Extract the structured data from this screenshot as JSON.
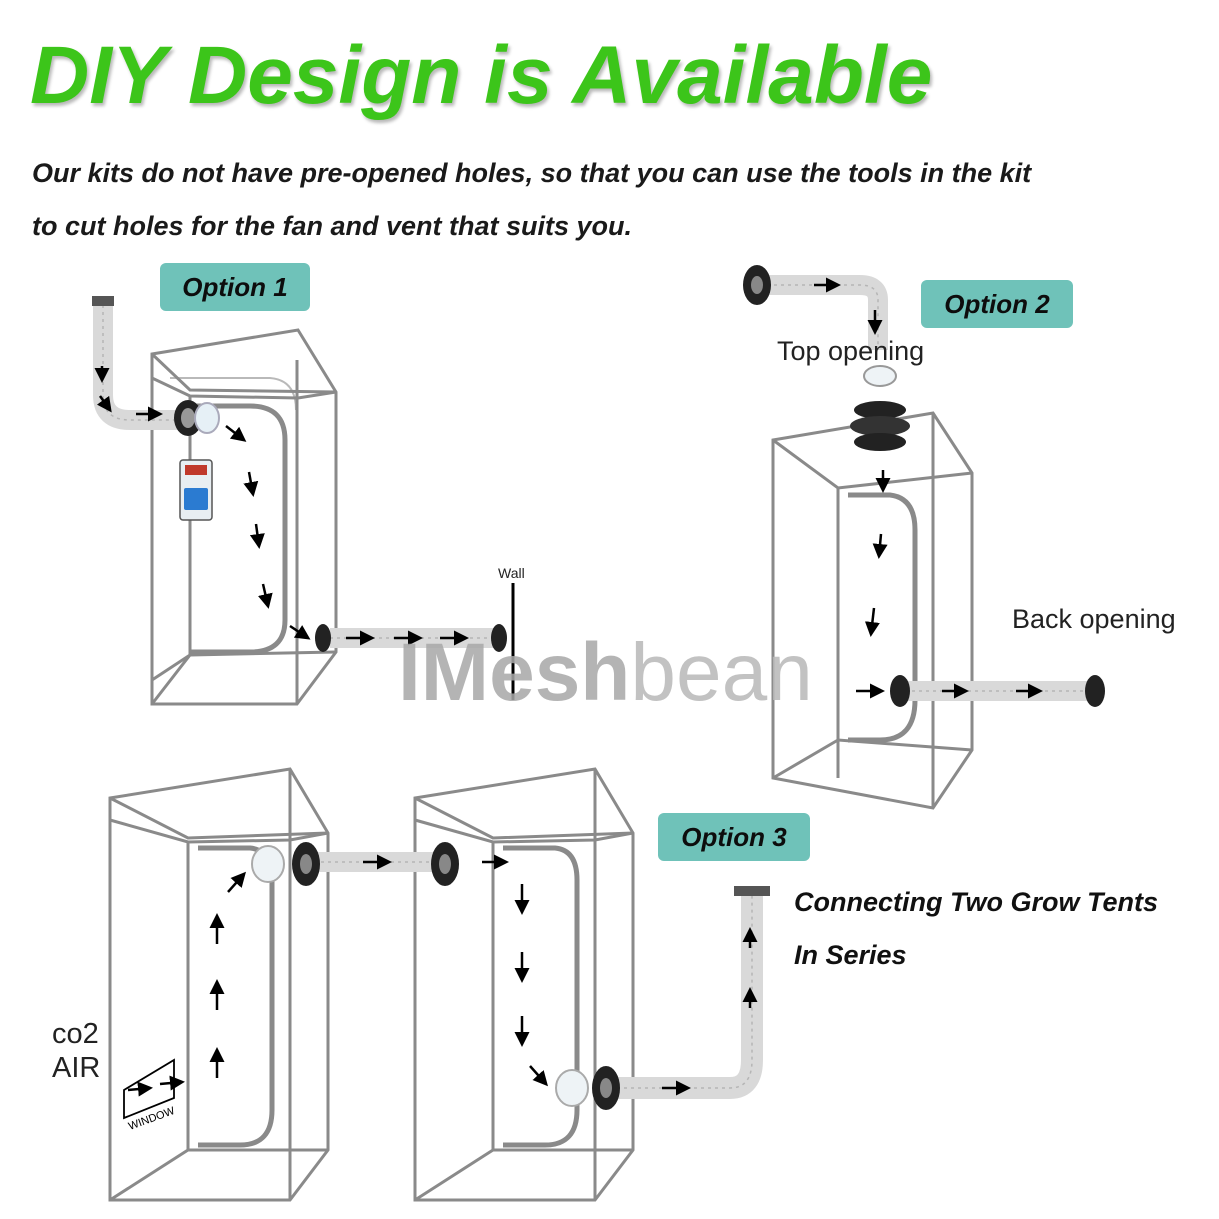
{
  "title": "DIY Design is Available",
  "intro": {
    "line1": "Our kits do not have pre-opened holes, so that you can use the tools in the kit",
    "line2": "to cut holes for the fan and vent that suits you."
  },
  "options": {
    "option1": {
      "label": "Option 1",
      "wall_label": "Wall"
    },
    "option2": {
      "label": "Option 2",
      "top_label": "Top opening",
      "back_label": "Back opening"
    },
    "option3": {
      "label": "Option 3",
      "caption_line1": "Connecting Two Grow Tents",
      "caption_line2": "In Series",
      "co2_label": "co2",
      "air_label": "AIR",
      "window_label": "WINDOW"
    }
  },
  "watermark": {
    "bold": "IMesh",
    "light": "bean"
  },
  "colors": {
    "title_green": "#3cc51a",
    "badge_teal": "#6fc2b9",
    "tent_frame": "#8a8a8a",
    "duct_silver": "#d9d9d9"
  }
}
